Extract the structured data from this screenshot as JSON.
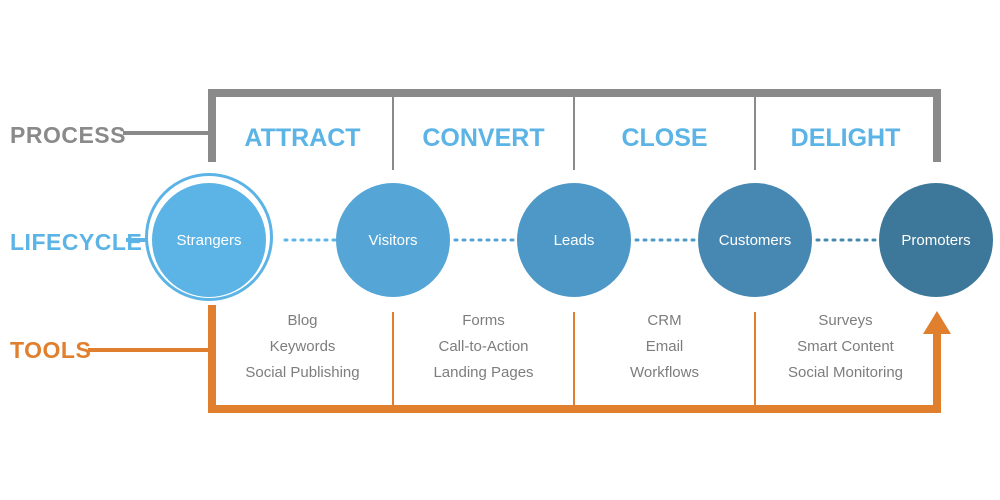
{
  "rows": {
    "process": "PROCESS",
    "lifecycle": "LIFECYCLE",
    "tools": "TOOLS"
  },
  "stages": [
    "ATTRACT",
    "CONVERT",
    "CLOSE",
    "DELIGHT"
  ],
  "lifecycle": [
    "Strangers",
    "Visitors",
    "Leads",
    "Customers",
    "Promoters"
  ],
  "tools": [
    [
      "Blog",
      "Keywords",
      "Social Publishing"
    ],
    [
      "Forms",
      "Call-to-Action",
      "Landing Pages"
    ],
    [
      "CRM",
      "Email",
      "Workflows"
    ],
    [
      "Surveys",
      "Smart Content",
      "Social Monitoring"
    ]
  ],
  "colors": {
    "process": "#8a8a8a",
    "lifecycle": "#5bb4e5",
    "tools": "#e07f2d",
    "circles": [
      "#5bb4e5",
      "#55a6d6",
      "#4e98c8",
      "#4788b3",
      "#3d789a"
    ]
  }
}
